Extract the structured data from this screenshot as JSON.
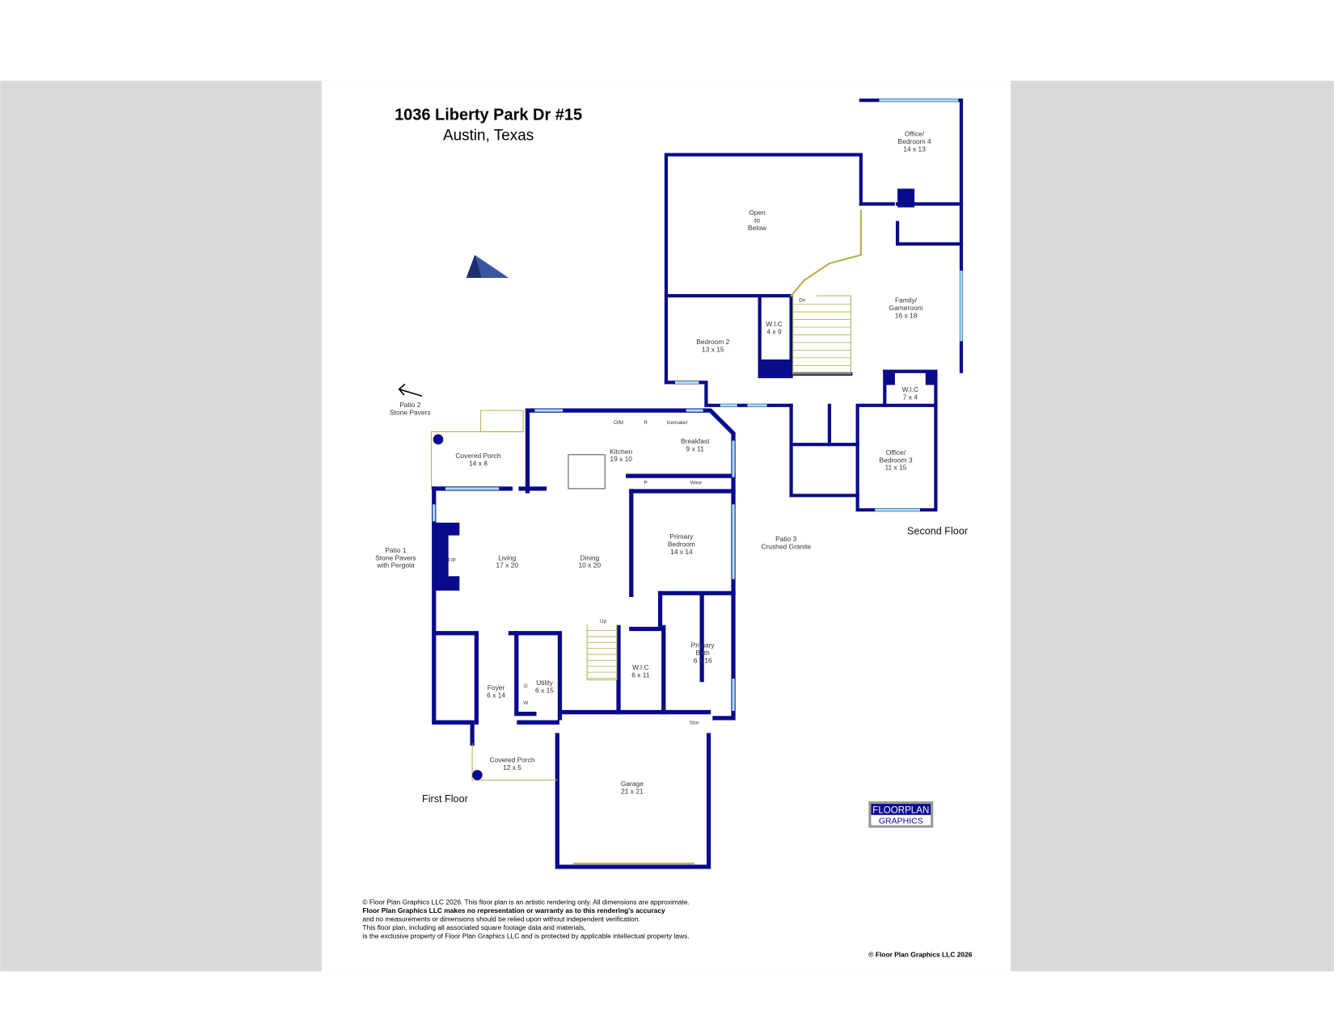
{
  "document": {
    "title": "1036 Liberty Park Dr #15",
    "subtitle": "Austin, Texas",
    "second_floor_label": "Second Floor",
    "first_floor_label": "First Floor",
    "logo": {
      "line1": "FLOORPLAN",
      "line2": "GRAPHICS"
    },
    "disclaimer": [
      "© Floor Plan Graphics LLC 2026. This floor plan is an artistic rendering only. All dimensions are approximate.",
      "Floor Plan Graphics LLC makes no representation or warranty as to this rendering's accuracy",
      "and no measurements or dimensions should be relied upon without independent verification.",
      "This floor plan, including all associated square footage data and materials,",
      "is the exclusive property of Floor Plan Graphics LLC and is protected by applicable intellectual property laws."
    ],
    "copyright": "© Floor Plan Graphics LLC 2026"
  },
  "rooms": [
    [
      "Office/",
      "Bedroom 4",
      "14 x 13"
    ],
    [
      "Open",
      "to",
      "Below"
    ],
    [
      "Family/",
      "Gameroom",
      "16 x 18"
    ],
    [
      "W.I.C",
      "4 x 9"
    ],
    [
      "Bedroom 2",
      "13 x 15"
    ],
    [
      "W.I.C",
      "7 x 4"
    ],
    [
      "Office/",
      "Bedroom 3",
      "11 x 15"
    ],
    [
      "Covered Porch",
      "14 x 8"
    ],
    [
      "Kitchen",
      "19 x 10"
    ],
    [
      "Breakfast",
      "9 x 11"
    ],
    [
      "Living",
      "17 x 20"
    ],
    [
      "Dining",
      "10 x 20"
    ],
    [
      "Primary",
      "Bedroom",
      "14 x 14"
    ],
    [
      "Primary",
      "Bath",
      "6 x 16"
    ],
    [
      "W.I.C",
      "6 x 11"
    ],
    [
      "Foyer",
      "6 x 14"
    ],
    [
      "Utility",
      "6 x 15"
    ],
    [
      "Covered Porch",
      "12 x 5"
    ],
    [
      "Garage",
      "21 x 21"
    ],
    [
      "Patio 2",
      "Stone Pavers"
    ],
    [
      "Patio 1",
      "Stone Pavers",
      "with Pergola"
    ],
    [
      "Patio 3",
      "Crushed Granite"
    ]
  ],
  "fixtures": [
    "Dn",
    "Up",
    "F/P",
    "O/M",
    "R",
    "Icemaker",
    "P",
    "Wine",
    "D",
    "W",
    "Stor"
  ],
  "colors": {
    "wall": "#0a0a8c",
    "window": "#a8e4ee",
    "door": "#b5b04a",
    "viewer_bg": "#d9d9d9"
  }
}
